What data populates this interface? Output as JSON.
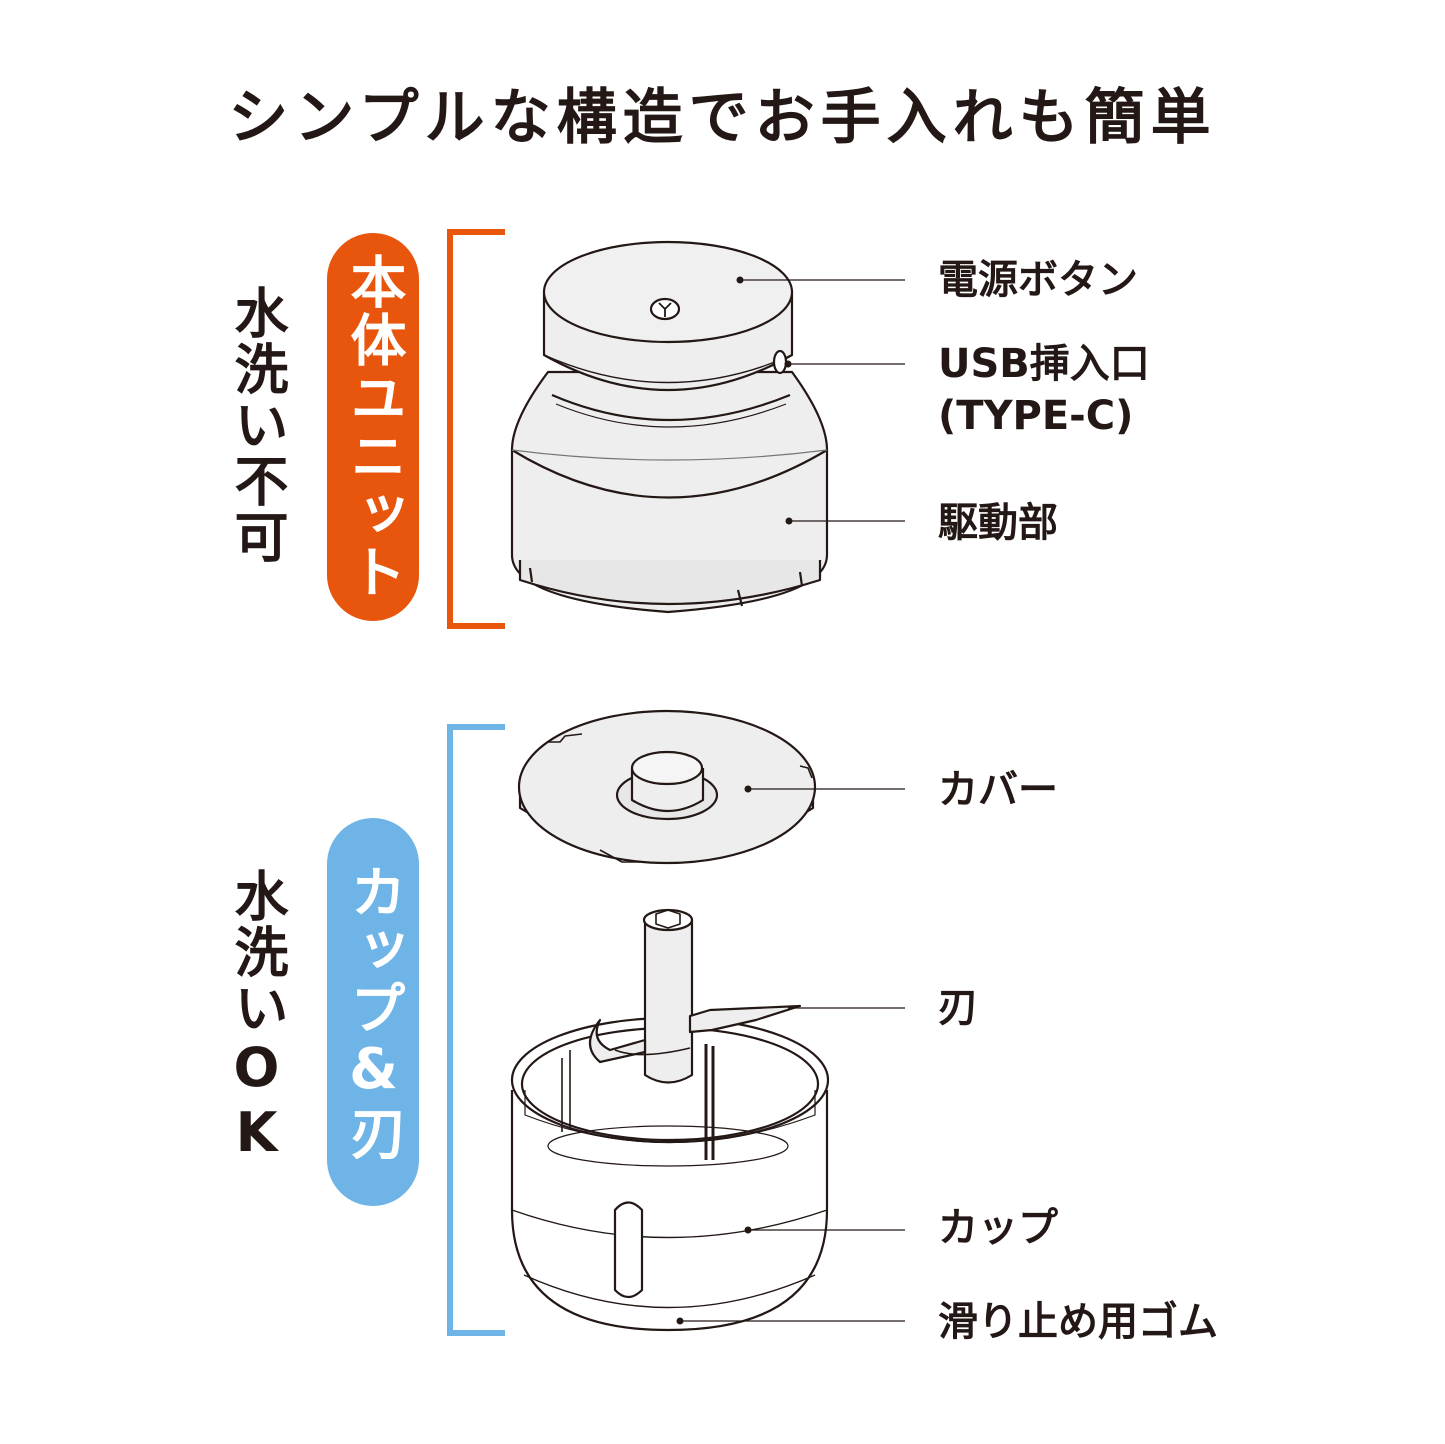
{
  "title": "シンプルな構造でお手入れも簡単",
  "top_section": {
    "side_note": "水洗い不可",
    "badge": "本体ユニット",
    "bracket_color": "#E8560E"
  },
  "bottom_section": {
    "side_note": "水洗いOK",
    "badge": "カップ&刃",
    "bracket_color": "#6FB4E6"
  },
  "callouts": {
    "power_button": "電源ボタン",
    "usb_port_line1": "USB挿入口",
    "usb_port_line2": "(TYPE-C)",
    "drive_unit": "駆動部",
    "cover": "カバー",
    "blade": "刃",
    "cup": "カップ",
    "non_slip_rubber": "滑り止め用ゴム"
  }
}
